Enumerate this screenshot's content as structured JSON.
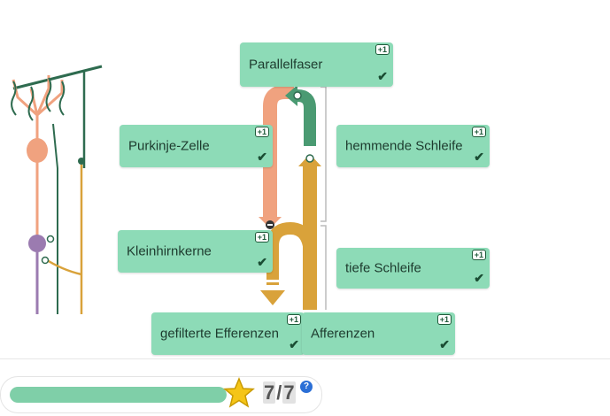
{
  "cards": {
    "parallelfaser": {
      "label": "Parallelfaser",
      "badge": "+1"
    },
    "purkinje": {
      "label": "Purkinje-Zelle",
      "badge": "+1"
    },
    "hemmende": {
      "label": "hemmende Schleife",
      "badge": "+1"
    },
    "kleinhirn": {
      "label": "Kleinhirnkerne",
      "badge": "+1"
    },
    "tiefe": {
      "label": "tiefe Schleife",
      "badge": "+1"
    },
    "gefilterte": {
      "label": "gefilterte Efferenzen",
      "badge": "+1"
    },
    "afferenzen": {
      "label": "Afferenzen",
      "badge": "+1"
    }
  },
  "progress": {
    "fraction": 1.0,
    "done": "7",
    "sep": "/",
    "total": "7",
    "help": "?"
  },
  "colors": {
    "card": "#8ddbb7",
    "salmon": "#f0a27f",
    "dark_green": "#4a9a72",
    "gold": "#d9a23a",
    "purple": "#9b7bb0"
  }
}
